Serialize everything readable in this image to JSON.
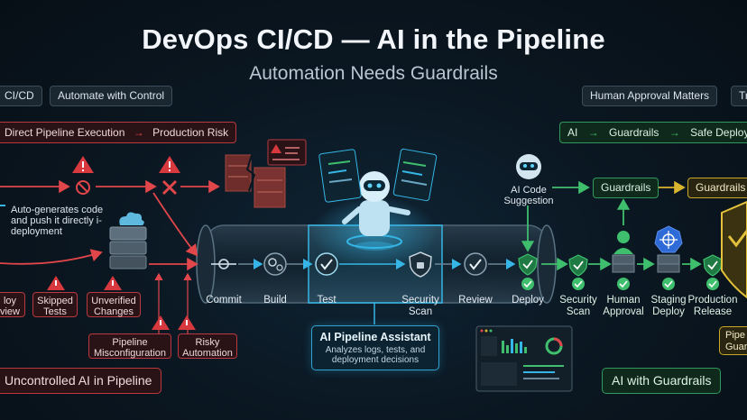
{
  "header": {
    "title": "DevOps CI/CD — AI in the Pipeline",
    "subtitle": "Automation Needs Guardrails"
  },
  "top_pills": {
    "left_cut": "CI/CD",
    "automate": "Automate with Control",
    "human": "Human Approval Matters",
    "right_cut": "Tr"
  },
  "risk_flow": {
    "direct": "Direct Pipeline Execution",
    "production_risk": "Production Risk"
  },
  "safe_flow": {
    "ai": "AI",
    "guardrails": "Guardrails",
    "safe": "Safe Deployment"
  },
  "left_note": "Auto-generates code and push it directly i-deployment",
  "risks": {
    "review_cut": "loy\nview",
    "skipped": "Skipped\nTests",
    "unverified": "Unverified\nChanges",
    "misconfig": "Pipeline\nMisconfiguration",
    "risky": "Risky\nAutomation"
  },
  "pipeline_stages": {
    "commit": "Commit",
    "build": "Build",
    "test": "Test",
    "security": "Security\nScan",
    "review": "Review",
    "deploy": "Deploy"
  },
  "assistant": {
    "title": "AI Pipeline Assistant",
    "desc": "Analyzes logs, tests, and deployment decisions"
  },
  "right_flow": {
    "suggestion": "AI Code\nSuggestion",
    "guardrails_1": "Guardrails",
    "guardrails_2": "Guardrails",
    "security": "Security\nScan",
    "human": "Human\nApproval",
    "staging": "Staging\nDeploy",
    "production": "Production\nRelease",
    "pipe_guard": "Pipe\nGuar"
  },
  "footer": {
    "uncontrolled": "Uncontrolled AI in Pipeline",
    "guarded": "AI with Guardrails"
  },
  "colors": {
    "red": "#e0464a",
    "green": "#3fbf6e",
    "cyan": "#35b6e6",
    "yellow": "#d9b52f"
  }
}
